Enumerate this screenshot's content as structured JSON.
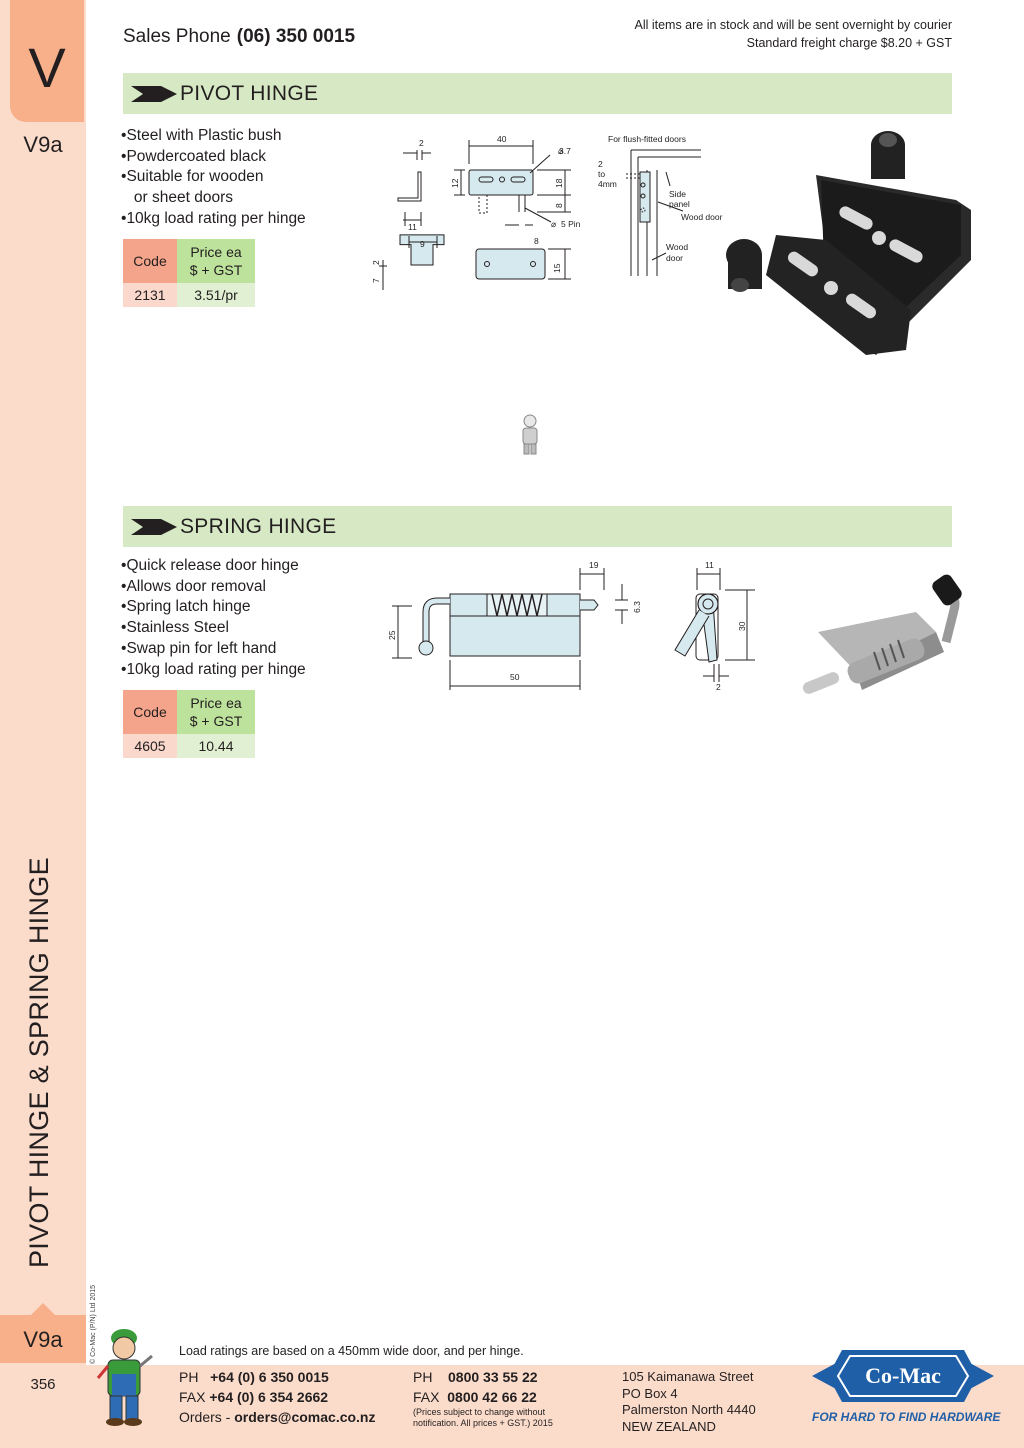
{
  "sidebar": {
    "letter": "V",
    "section_top": "V9a",
    "vertical_title": "PIVOT HINGE & SPRING HINGE",
    "copyright": "© Co-Mac (P/N) Ltd 2015",
    "section_bottom": "V9a",
    "page_number": "356"
  },
  "header": {
    "sales_label": "Sales Phone",
    "sales_phone": "(06) 350 0015",
    "stock_note": "All items are in stock and will be sent overnight by courier",
    "freight_note": "Standard freight charge $8.20 + GST"
  },
  "products": [
    {
      "title": "PIVOT HINGE",
      "features": [
        "Steel with Plastic bush",
        "Powdercoated black",
        "Suitable for wooden",
        "or sheet doors",
        "10kg load rating per hinge"
      ],
      "table": {
        "code_header": "Code",
        "price_header_1": "Price ea",
        "price_header_2": "$ + GST",
        "code": "2131",
        "price": "3.51/pr"
      },
      "diagram": {
        "dims": [
          "2",
          "40",
          "3.7",
          "12",
          "18",
          "8",
          "5 Pin",
          "11",
          "9",
          "8",
          "2",
          "7",
          "15"
        ],
        "door_labels": [
          "For flush-fitted doors",
          "2",
          "to",
          "4mm",
          "Side",
          "panel",
          "Wood door",
          "Wood",
          "door"
        ]
      }
    },
    {
      "title": "SPRING HINGE",
      "features": [
        "Quick release door hinge",
        "Allows door removal",
        "Spring latch hinge",
        "Stainless Steel",
        "Swap pin for left hand",
        "10kg load rating per hinge"
      ],
      "table": {
        "code_header": "Code",
        "price_header_1": "Price ea",
        "price_header_2": "$ + GST",
        "code": "4605",
        "price": "10.44"
      },
      "diagram": {
        "dims": [
          "19",
          "6.3",
          "25",
          "50",
          "11",
          "30",
          "2"
        ]
      }
    }
  ],
  "footer": {
    "load_note": "Load ratings are based on a 450mm wide door, and per hinge.",
    "ph_label": "PH",
    "ph": "+64 (0) 6 350 0015",
    "fax_label": "FAX",
    "fax": "+64 (0) 6 354 2662",
    "orders_label": "Orders -",
    "orders_email": "orders@comac.co.nz",
    "ph2_label": "PH",
    "ph2": "0800 33 55 22",
    "fax2_label": "FAX",
    "fax2": "0800 42 66 22",
    "price_note_1": "(Prices subject to change without",
    "price_note_2": "notification. All prices + GST.)  2015",
    "address": [
      "105 Kaimanawa Street",
      "PO Box 4",
      "Palmerston North 4440",
      "NEW ZEALAND"
    ],
    "logo_text": "Co-Mac",
    "tagline": "FOR HARD TO FIND HARDWARE"
  },
  "colors": {
    "sidebar": "#fbdccb",
    "tab": "#f7b08a",
    "banner": "#d6e9c4",
    "code_cell": "#f4a48a",
    "price_cell": "#bde29c",
    "logo_blue": "#1f5fa8"
  }
}
